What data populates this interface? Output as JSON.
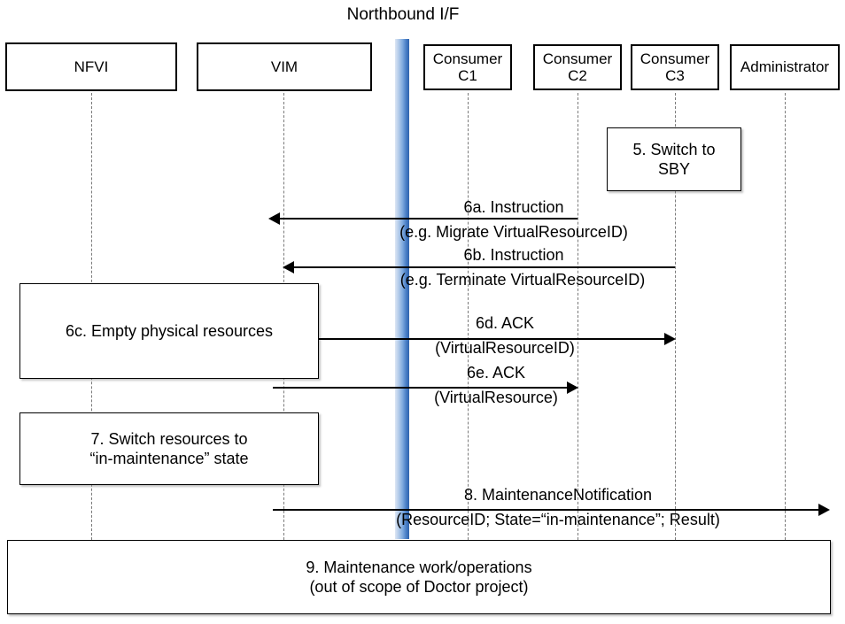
{
  "diagram": {
    "type": "sequence-diagram",
    "northbound_label": "Northbound I/F",
    "actors": [
      {
        "id": "nfvi",
        "label": "NFVI"
      },
      {
        "id": "vim",
        "label": "VIM"
      },
      {
        "id": "consumer-c1",
        "label": "Consumer\nC1"
      },
      {
        "id": "consumer-c2",
        "label": "Consumer\nC2"
      },
      {
        "id": "consumer-c3",
        "label": "Consumer\nC3"
      },
      {
        "id": "administrator",
        "label": "Administrator"
      }
    ],
    "notes": [
      {
        "id": "note-5",
        "text": "5. Switch to\nSBY"
      },
      {
        "id": "note-6c",
        "text": "6c. Empty physical resources"
      },
      {
        "id": "note-7",
        "text": "7. Switch resources to\n“in-maintenance” state"
      },
      {
        "id": "note-9",
        "text": "9. Maintenance work/operations\n(out of scope of Doctor project)"
      }
    ],
    "messages": [
      {
        "id": "msg-6a",
        "line1": "6a. Instruction",
        "line2": "(e.g. Migrate VirtualResourceID)",
        "from": "consumer-c2",
        "to": "vim",
        "direction": "left"
      },
      {
        "id": "msg-6b",
        "line1": "6b. Instruction",
        "line2": "(e.g. Terminate VirtualResourceID)",
        "from": "consumer-c3",
        "to": "vim",
        "direction": "left"
      },
      {
        "id": "msg-6d",
        "line1": "6d. ACK",
        "line2": "(VirtualResourceID)",
        "from": "vim",
        "to": "consumer-c3",
        "direction": "right"
      },
      {
        "id": "msg-6e",
        "line1": "6e. ACK",
        "line2": "(VirtualResource)",
        "from": "vim",
        "to": "consumer-c2",
        "direction": "right"
      },
      {
        "id": "msg-8",
        "line1": "8.     MaintenanceNotification",
        "line2": "(ResourceID; State=“in-maintenance”; Result)",
        "from": "vim",
        "to": "administrator",
        "direction": "right"
      }
    ],
    "colors": {
      "lifeline_band": "#4a7fc6",
      "box_border": "#000000",
      "dashed_lifeline": "#7a7a7a"
    }
  }
}
